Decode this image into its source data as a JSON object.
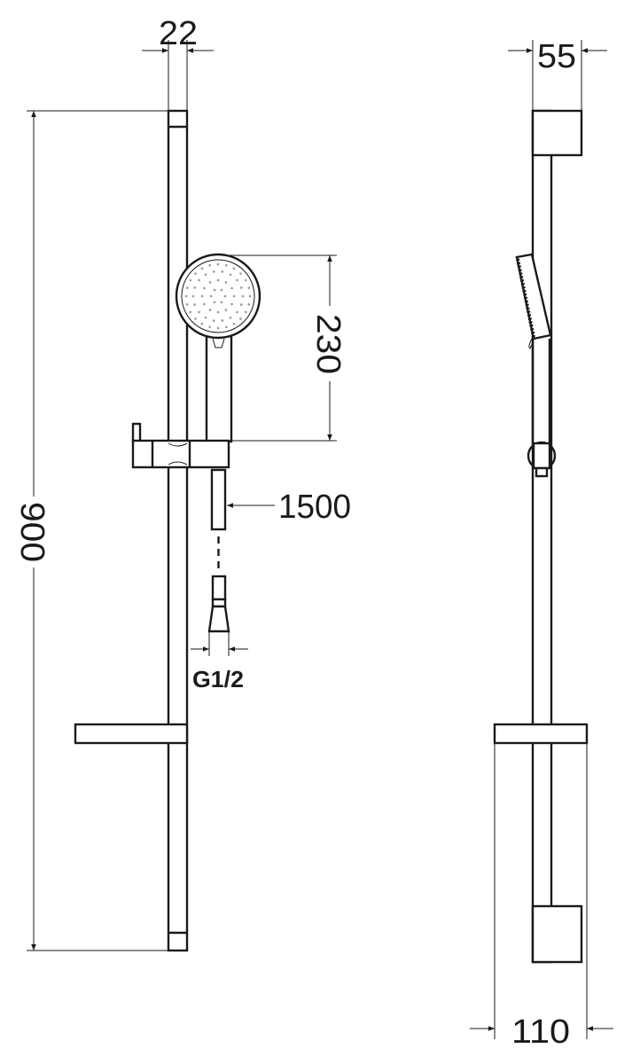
{
  "dimensions": {
    "rail_width": "22",
    "rail_length": "900",
    "head_height": "230",
    "hose_length": "1500",
    "connection": "G1/2",
    "bracket_depth": "55",
    "shelf_depth": "110"
  },
  "colors": {
    "line": "#1a1a1a",
    "background": "#ffffff"
  }
}
